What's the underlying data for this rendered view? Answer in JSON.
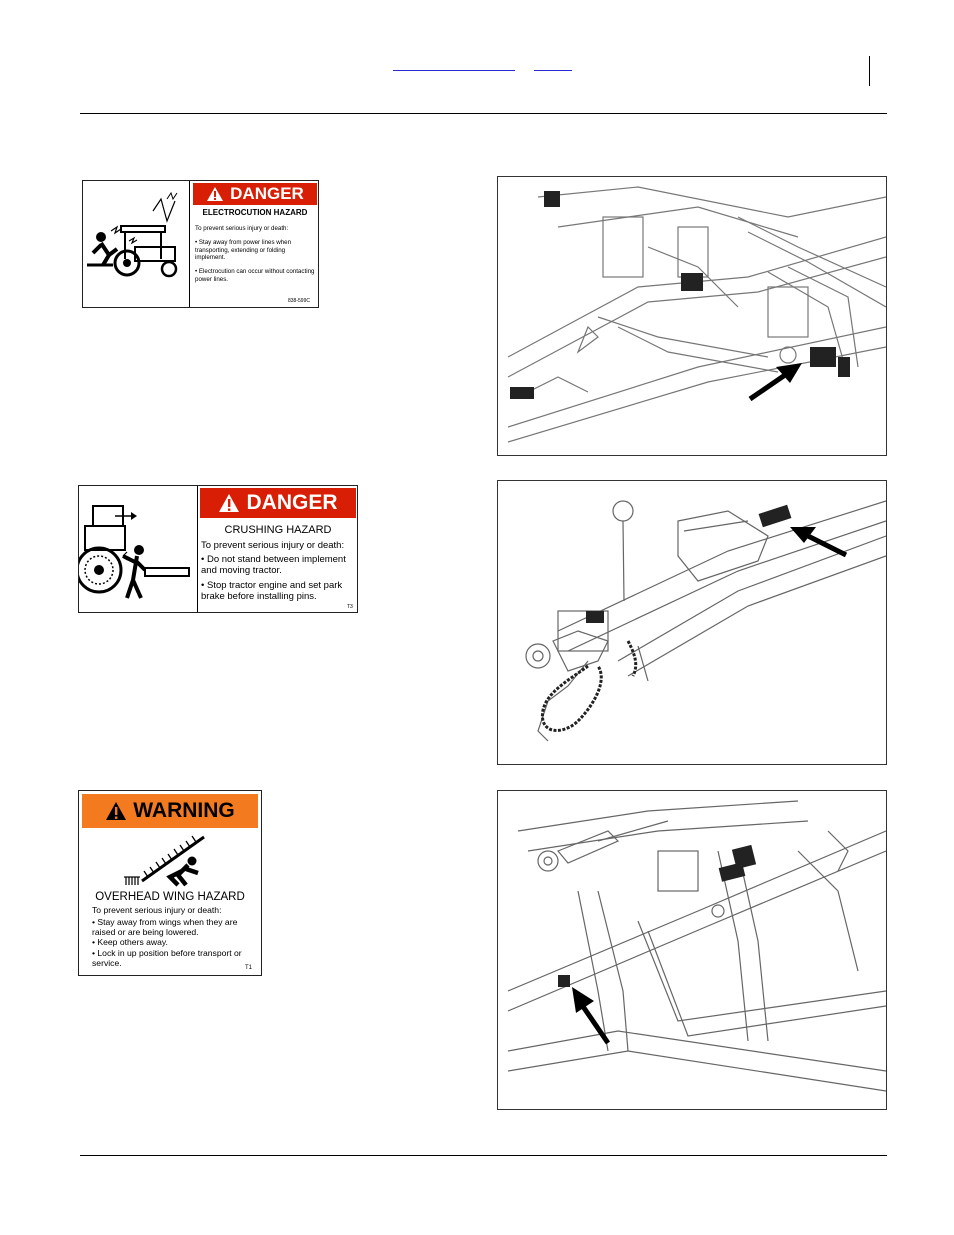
{
  "header": {
    "link_1": "",
    "link_2": ""
  },
  "decals": {
    "electrocution": {
      "signal_word": "DANGER",
      "title": "ELECTROCUTION HAZARD",
      "intro": "To prevent serious injury or death:",
      "bullets": [
        "• Stay away from power lines when transporting, extending or folding implement.",
        "• Electrocution can occur without contacting power lines."
      ],
      "code": "838-599C"
    },
    "crushing": {
      "signal_word": "DANGER",
      "title": "CRUSHING HAZARD",
      "intro": "To prevent serious injury or death:",
      "bullets": [
        "• Do not stand between implement and moving tractor.",
        "• Stop tractor engine and set park brake before installing pins."
      ],
      "code": "T3"
    },
    "overhead_wing": {
      "signal_word": "WARNING",
      "title": "OVERHEAD WING HAZARD",
      "intro": "To prevent serious injury or death:",
      "bullets": [
        "• Stay away from wings when they are raised or are being lowered.",
        "• Keep others away.",
        "• Lock in up position before transport or service."
      ],
      "code": "T1"
    }
  },
  "colors": {
    "danger_red": "#d81e05",
    "warning_orange": "#f47a20",
    "link_blue": "#2a2ad0"
  }
}
